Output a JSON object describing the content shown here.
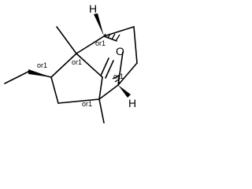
{
  "molecule": {
    "atoms": {
      "h_top": "H",
      "h_bottom": "H",
      "oxygen": "O"
    },
    "stereo_labels": {
      "ethyl_carbon": "or1",
      "methyl_bridgehead": "or1",
      "top_bridgehead": "or1",
      "bottom_quaternary": "or1",
      "right_bridgehead": "or1"
    },
    "colors": {
      "ink": "#000000",
      "background": "#ffffff"
    }
  }
}
